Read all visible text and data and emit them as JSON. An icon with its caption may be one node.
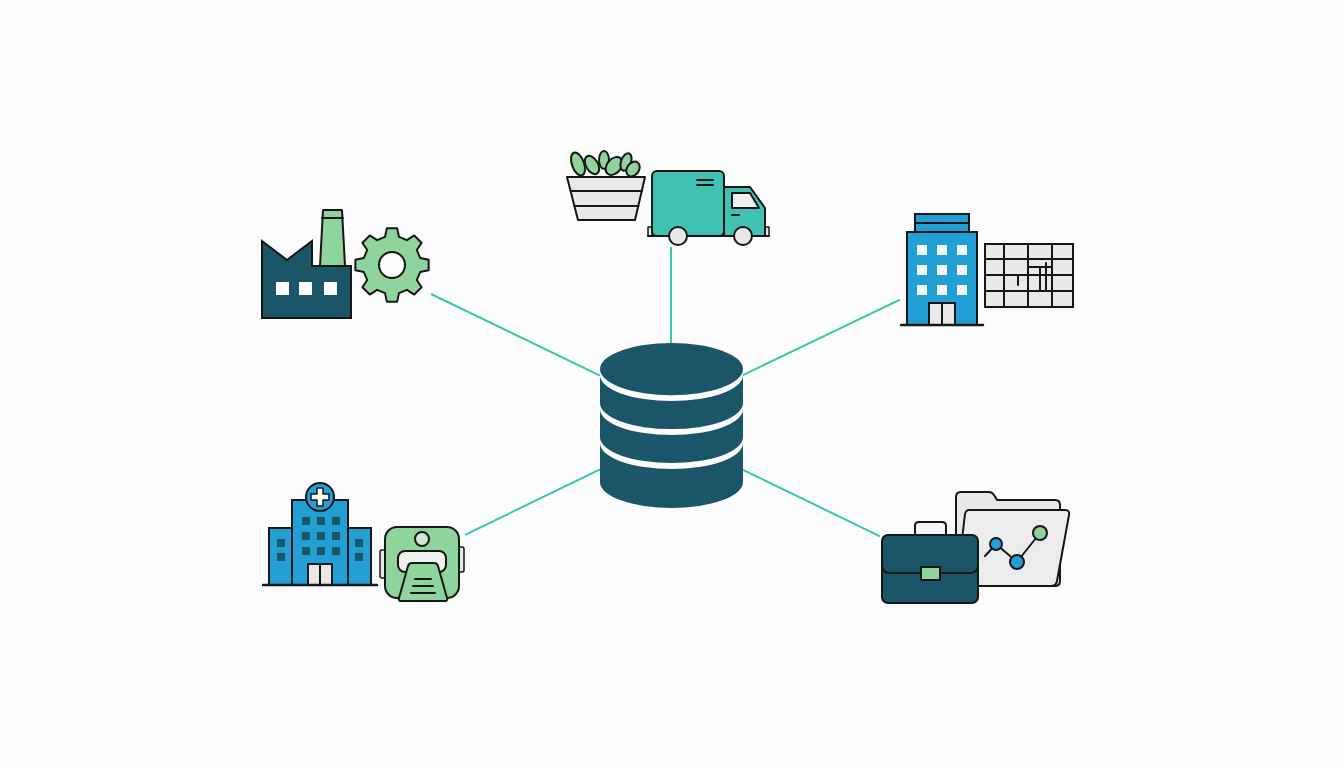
{
  "diagram": {
    "nodes": [
      {
        "text": [],
        "shape": "picture"
      },
      {
        "text": [],
        "shape": "picture"
      },
      {
        "text": [],
        "shape": "picture"
      },
      {
        "text": [],
        "shape": "cylinder"
      },
      {
        "text": [],
        "shape": "picture"
      },
      {
        "text": [],
        "shape": "picture"
      }
    ],
    "edges": [
      {
        "from": 3,
        "to": 0,
        "arrow": "none"
      },
      {
        "from": 3,
        "to": 1,
        "arrow": "none"
      },
      {
        "from": 3,
        "to": 2,
        "arrow": "none"
      },
      {
        "from": 3,
        "to": 4,
        "arrow": "none"
      },
      {
        "from": 3,
        "to": 5,
        "arrow": "none"
      }
    ]
  }
}
